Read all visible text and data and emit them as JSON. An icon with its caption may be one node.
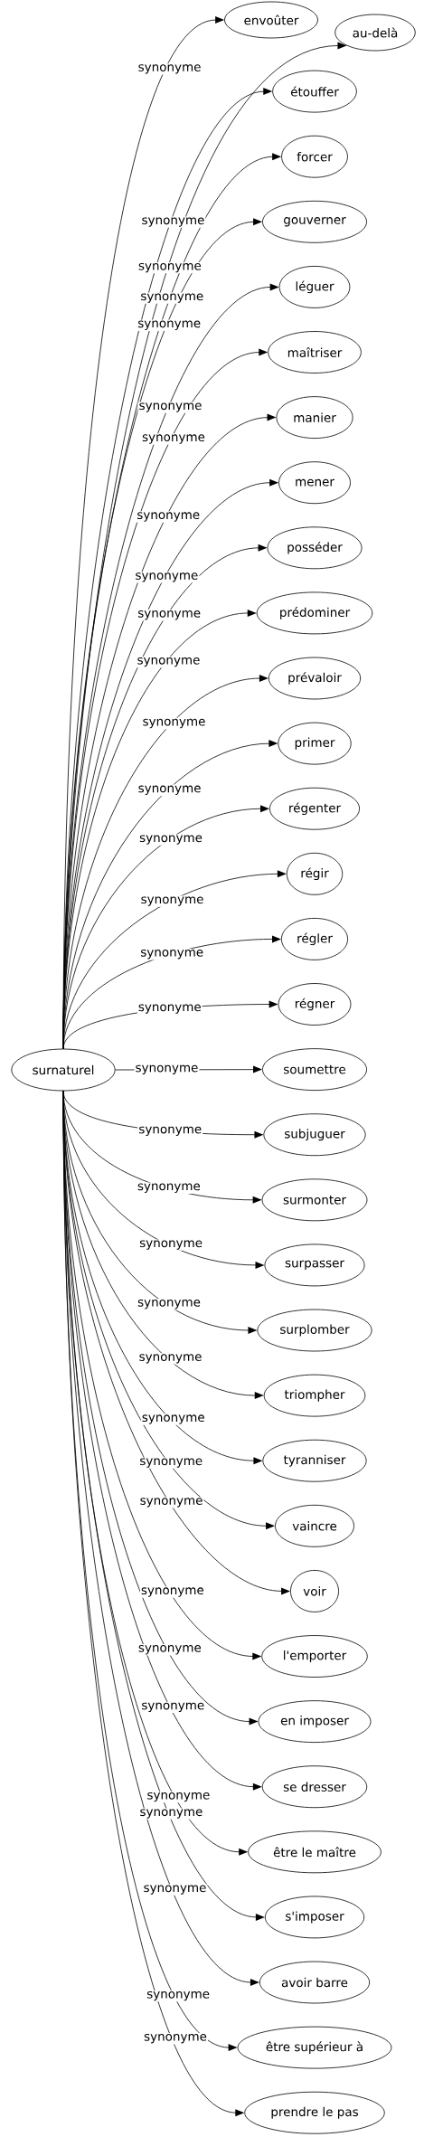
{
  "diagram": {
    "nodes": [
      {
        "text": [
          "surnaturel"
        ]
      },
      {
        "text": [
          "au-delà"
        ]
      },
      {
        "text": [
          "envoûter"
        ]
      },
      {
        "text": [
          "étouffer"
        ]
      },
      {
        "text": [
          "forcer"
        ]
      },
      {
        "text": [
          "gouverner"
        ]
      },
      {
        "text": [
          "léguer"
        ]
      },
      {
        "text": [
          "maîtriser"
        ]
      },
      {
        "text": [
          "manier"
        ]
      },
      {
        "text": [
          "mener"
        ]
      },
      {
        "text": [
          "posséder"
        ]
      },
      {
        "text": [
          "prédominer"
        ]
      },
      {
        "text": [
          "prévaloir"
        ]
      },
      {
        "text": [
          "primer"
        ]
      },
      {
        "text": [
          "régenter"
        ]
      },
      {
        "text": [
          "régir"
        ]
      },
      {
        "text": [
          "régler"
        ]
      },
      {
        "text": [
          "régner"
        ]
      },
      {
        "text": [
          "soumettre"
        ]
      },
      {
        "text": [
          "subjuguer"
        ]
      },
      {
        "text": [
          "surmonter"
        ]
      },
      {
        "text": [
          "surpasser"
        ]
      },
      {
        "text": [
          "surplomber"
        ]
      },
      {
        "text": [
          "triompher"
        ]
      },
      {
        "text": [
          "tyranniser"
        ]
      },
      {
        "text": [
          "vaincre"
        ]
      },
      {
        "text": [
          "voir"
        ]
      },
      {
        "text": [
          "l'emporter"
        ]
      },
      {
        "text": [
          "en imposer"
        ]
      },
      {
        "text": [
          "se dresser"
        ]
      },
      {
        "text": [
          "être le maître"
        ]
      },
      {
        "text": [
          "s'imposer"
        ]
      },
      {
        "text": [
          "avoir barre"
        ]
      },
      {
        "text": [
          "être supérieur à"
        ]
      },
      {
        "text": [
          "prendre le pas"
        ]
      }
    ],
    "edges": [
      {
        "from": 0,
        "to": 1,
        "arrow": "to",
        "label": "synonyme"
      },
      {
        "from": 0,
        "to": 2,
        "arrow": "to",
        "label": "synonyme"
      },
      {
        "from": 0,
        "to": 3,
        "arrow": "to",
        "label": "synonyme"
      },
      {
        "from": 0,
        "to": 4,
        "arrow": "to",
        "label": "synonyme"
      },
      {
        "from": 0,
        "to": 5,
        "arrow": "to",
        "label": "synonyme"
      },
      {
        "from": 0,
        "to": 6,
        "arrow": "to",
        "label": "synonyme"
      },
      {
        "from": 0,
        "to": 7,
        "arrow": "to",
        "label": "synonyme"
      },
      {
        "from": 0,
        "to": 8,
        "arrow": "to",
        "label": "synonyme"
      },
      {
        "from": 0,
        "to": 9,
        "arrow": "to",
        "label": "synonyme"
      },
      {
        "from": 0,
        "to": 10,
        "arrow": "to",
        "label": "synonyme"
      },
      {
        "from": 0,
        "to": 11,
        "arrow": "to",
        "label": "synonyme"
      },
      {
        "from": 0,
        "to": 12,
        "arrow": "to",
        "label": "synonyme"
      },
      {
        "from": 0,
        "to": 13,
        "arrow": "to",
        "label": "synonyme"
      },
      {
        "from": 0,
        "to": 14,
        "arrow": "to",
        "label": "synonyme"
      },
      {
        "from": 0,
        "to": 15,
        "arrow": "to",
        "label": "synonyme"
      },
      {
        "from": 0,
        "to": 16,
        "arrow": "to",
        "label": "synonyme"
      },
      {
        "from": 0,
        "to": 17,
        "arrow": "to",
        "label": "synonyme"
      },
      {
        "from": 0,
        "to": 18,
        "arrow": "to",
        "label": "synonyme"
      },
      {
        "from": 0,
        "to": 19,
        "arrow": "to",
        "label": "synonyme"
      },
      {
        "from": 0,
        "to": 20,
        "arrow": "to",
        "label": "synonyme"
      },
      {
        "from": 0,
        "to": 21,
        "arrow": "to",
        "label": "synonyme"
      },
      {
        "from": 0,
        "to": 22,
        "arrow": "to",
        "label": "synonyme"
      },
      {
        "from": 0,
        "to": 23,
        "arrow": "to",
        "label": "synonyme"
      },
      {
        "from": 0,
        "to": 24,
        "arrow": "to",
        "label": "synonyme"
      },
      {
        "from": 0,
        "to": 25,
        "arrow": "to",
        "label": "synonyme"
      },
      {
        "from": 0,
        "to": 26,
        "arrow": "to",
        "label": "synonyme"
      },
      {
        "from": 0,
        "to": 27,
        "arrow": "to",
        "label": "synonyme"
      },
      {
        "from": 0,
        "to": 28,
        "arrow": "to",
        "label": "synonyme"
      },
      {
        "from": 0,
        "to": 29,
        "arrow": "to",
        "label": "synonyme"
      },
      {
        "from": 0,
        "to": 30,
        "arrow": "to",
        "label": "synonyme"
      },
      {
        "from": 0,
        "to": 31,
        "arrow": "to",
        "label": "synonyme"
      },
      {
        "from": 0,
        "to": 32,
        "arrow": "to",
        "label": "synonyme"
      },
      {
        "from": 0,
        "to": 33,
        "arrow": "to",
        "label": "synonyme"
      },
      {
        "from": 0,
        "to": 34,
        "arrow": "to",
        "label": "synonyme"
      }
    ]
  }
}
